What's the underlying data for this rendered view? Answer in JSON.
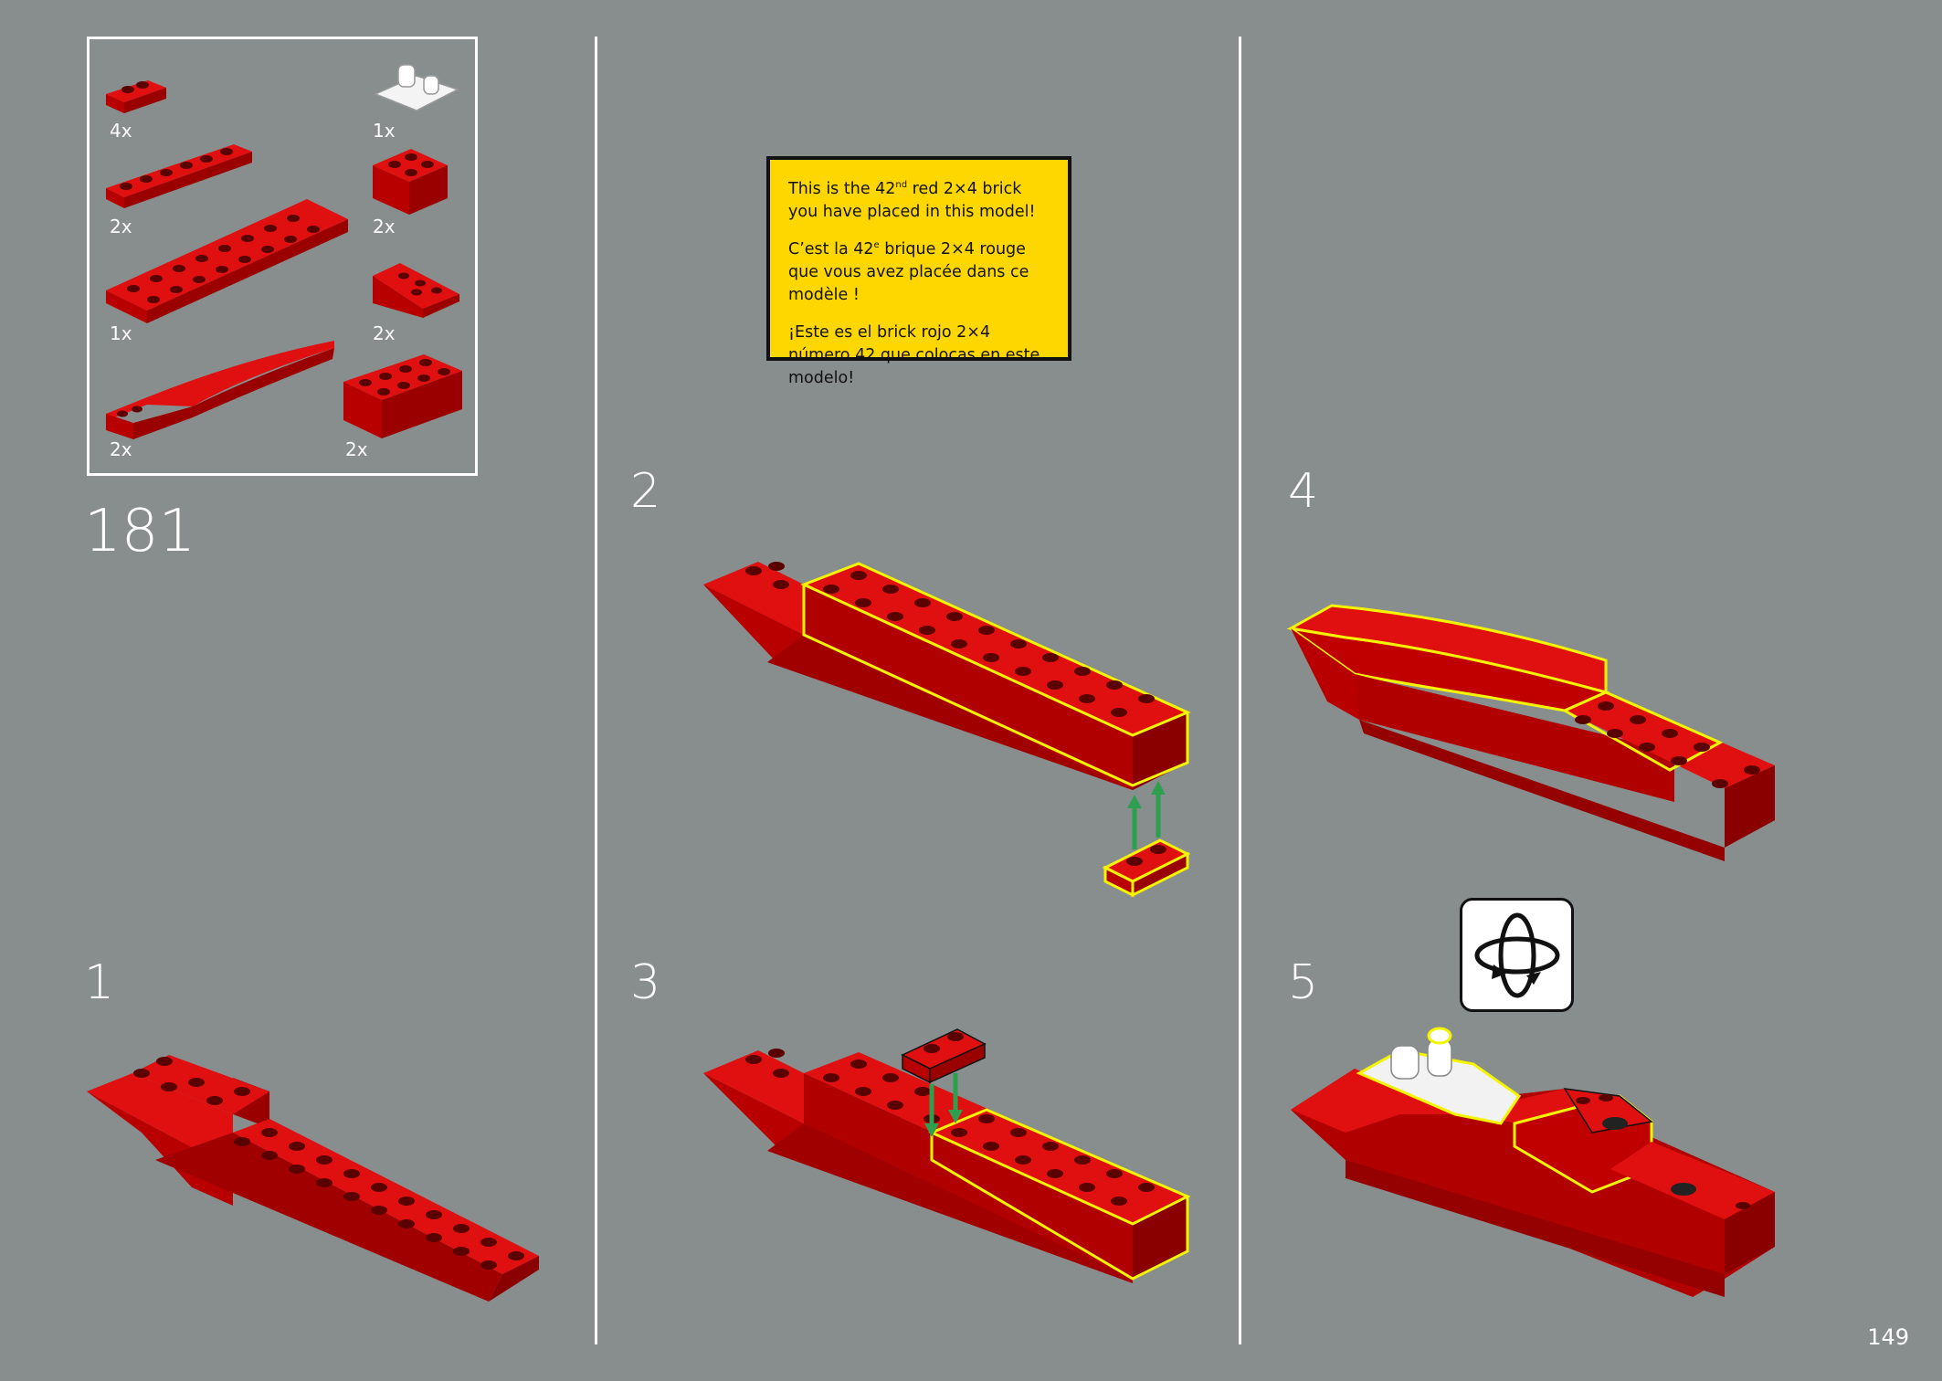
{
  "page_number": "149",
  "step_number": "181",
  "parts_list": {
    "items": [
      {
        "qty": "4x",
        "part": "red-plate-1x2-icon"
      },
      {
        "qty": "1x",
        "part": "white-engine-piece-icon"
      },
      {
        "qty": "2x",
        "part": "red-plate-1x6-icon"
      },
      {
        "qty": "2x",
        "part": "red-brick-2x2-icon"
      },
      {
        "qty": "1x",
        "part": "red-plate-2x8-icon"
      },
      {
        "qty": "2x",
        "part": "red-wedge-plate-icon"
      },
      {
        "qty": "2x",
        "part": "red-curved-slope-icon"
      },
      {
        "qty": "2x",
        "part": "red-brick-2x4-icon"
      }
    ]
  },
  "substeps": [
    {
      "label": "1"
    },
    {
      "label": "2"
    },
    {
      "label": "3"
    },
    {
      "label": "4"
    },
    {
      "label": "5"
    }
  ],
  "callout": {
    "en_pre": "This is the 42",
    "en_sup": "nd",
    "en_post": " red 2×4 brick you have placed in this model!",
    "fr_pre": "C’est la 42",
    "fr_sup": "e",
    "fr_post": " brique 2×4 rouge que vous avez placée dans ce modèle !",
    "es": "¡Este es el brick rojo 2×4 número 42 que colocas en este modelo!"
  },
  "colors": {
    "background": "#888d8e",
    "brick_red": "#d10a0a",
    "brick_dark": "#8c0000",
    "highlight": "#f5f500",
    "arrow_green": "#2e9e4f",
    "callout_yellow": "#ffd700"
  },
  "icons": {
    "rotate": "rotate-model-icon"
  }
}
